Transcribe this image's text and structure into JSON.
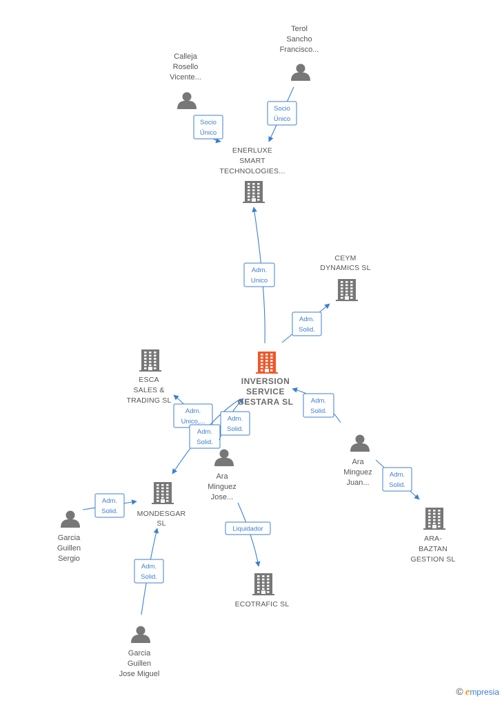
{
  "colors": {
    "edge": "#3d7fd1",
    "person": "#777777",
    "company": "#777777",
    "main": "#f0582a"
  },
  "nodes": [
    {
      "id": "terol",
      "type": "person",
      "lines": [
        "Terol",
        "Sancho",
        "Francisco..."
      ]
    },
    {
      "id": "calleja",
      "type": "person",
      "lines": [
        "Calleja",
        "Rosello",
        "Vicente..."
      ]
    },
    {
      "id": "enerluxe",
      "type": "company",
      "lines": [
        "ENERLUXE",
        "SMART",
        "TECHNOLOGIES..."
      ]
    },
    {
      "id": "ceym",
      "type": "company",
      "lines": [
        "CEYM",
        "DYNAMICS SL"
      ]
    },
    {
      "id": "main",
      "type": "main",
      "lines": [
        "INVERSION",
        "SERVICE",
        "GESTARA  SL"
      ]
    },
    {
      "id": "esca",
      "type": "company",
      "lines": [
        "ESCA",
        "SALES &",
        "TRADING  SL"
      ]
    },
    {
      "id": "ara_juan",
      "type": "person",
      "lines": [
        "Ara",
        "Minguez",
        "Juan..."
      ]
    },
    {
      "id": "ara_jose",
      "type": "person",
      "lines": [
        "Ara",
        "Minguez",
        "Jose..."
      ]
    },
    {
      "id": "mondesgar",
      "type": "company",
      "lines": [
        "MONDESGAR",
        "SL"
      ]
    },
    {
      "id": "garcia_sergio",
      "type": "person",
      "lines": [
        "Garcia",
        "Guillen",
        "Sergio"
      ]
    },
    {
      "id": "ara_baztan",
      "type": "company",
      "lines": [
        "ARA-",
        "BAZTAN",
        "GESTION  SL"
      ]
    },
    {
      "id": "ecotrafic",
      "type": "company",
      "lines": [
        "ECOTRAFIC SL"
      ]
    },
    {
      "id": "garcia_jose",
      "type": "person",
      "lines": [
        "Garcia",
        "Guillen",
        "Jose Miguel"
      ]
    }
  ],
  "edges": [
    {
      "from": "calleja",
      "to": "enerluxe",
      "lines": [
        "Socio",
        "Único"
      ]
    },
    {
      "from": "terol",
      "to": "enerluxe",
      "lines": [
        "Socio",
        "Único"
      ]
    },
    {
      "from": "main",
      "to": "enerluxe",
      "lines": [
        "Adm.",
        "Unico"
      ]
    },
    {
      "from": "main",
      "to": "ceym",
      "lines": [
        "Adm.",
        "Solid."
      ]
    },
    {
      "from": "ara_juan",
      "to": "main",
      "lines": [
        "Adm.",
        "Solid."
      ]
    },
    {
      "from": "ara_jose",
      "to": "esca",
      "lines": [
        "Adm.",
        "Unico,..."
      ]
    },
    {
      "from": "ara_jose",
      "to": "mondesgar",
      "lines": [
        "Adm.",
        "Solid."
      ]
    },
    {
      "from": "ara_jose",
      "to": "main",
      "lines": [
        "Adm.",
        "Solid."
      ]
    },
    {
      "from": "ara_juan",
      "to": "ara_baztan",
      "lines": [
        "Adm.",
        "Solid."
      ]
    },
    {
      "from": "garcia_sergio",
      "to": "mondesgar",
      "lines": [
        "Adm.",
        "Solid."
      ]
    },
    {
      "from": "garcia_jose",
      "to": "mondesgar",
      "lines": [
        "Adm.",
        "Solid."
      ]
    },
    {
      "from": "ara_jose",
      "to": "ecotrafic",
      "lines": [
        "Liquidador"
      ]
    }
  ],
  "brand": {
    "copyright": "©",
    "initial": "e",
    "name": "mpresia"
  }
}
